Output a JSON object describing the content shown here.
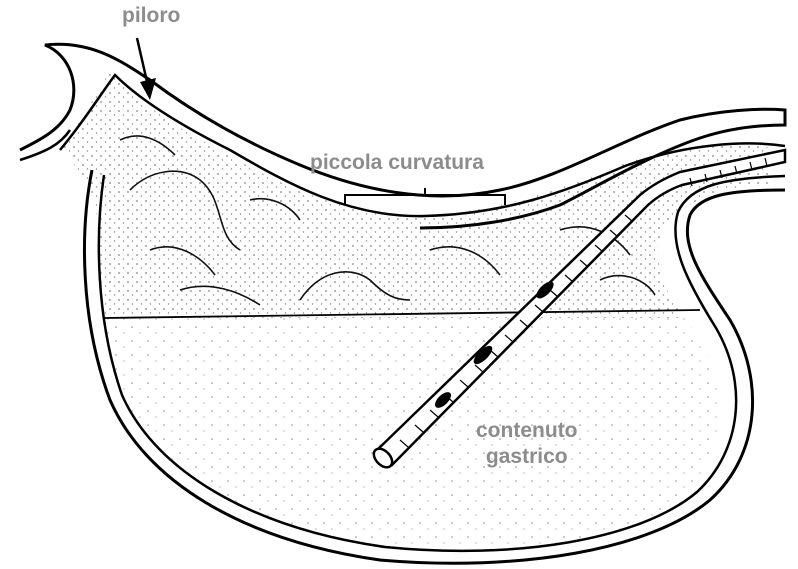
{
  "labels": {
    "pylorus": "piloro",
    "lesser_curvature": "piccola curvatura",
    "gastric_content_line1": "contenuto",
    "gastric_content_line2": "gastrico"
  }
}
